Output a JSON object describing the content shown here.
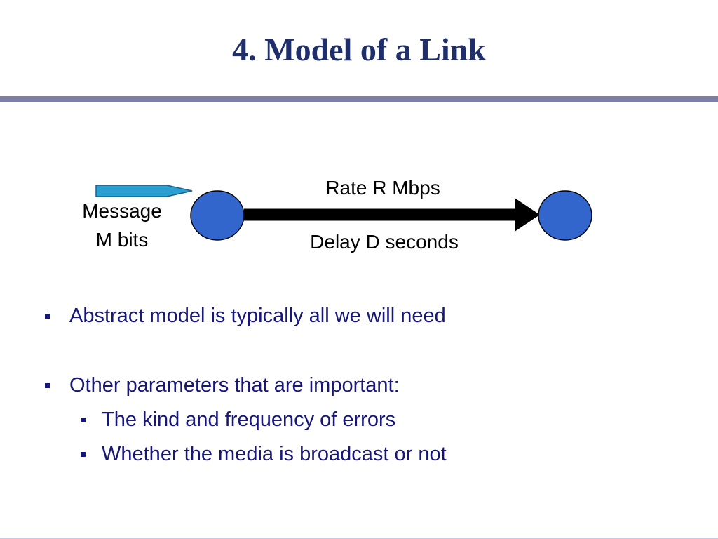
{
  "title": "4. Model of a Link",
  "diagram": {
    "message_label_line1": "Message",
    "message_label_line2": "M bits",
    "rate_label": "Rate R Mbps",
    "delay_label": "Delay D seconds",
    "node_color": "#3366cc",
    "link_color": "#000000",
    "message_arrow_color": "#2aa0d0"
  },
  "bullets": [
    {
      "text": "Abstract model is typically all we will need",
      "sub": []
    },
    {
      "text": "Other parameters that are important:",
      "sub": [
        "The kind and frequency of errors",
        "Whether the media is broadcast or not"
      ]
    }
  ],
  "colors": {
    "title": "#1f2f6b",
    "body_text": "#17177a",
    "rule": "#7b7fa6"
  }
}
